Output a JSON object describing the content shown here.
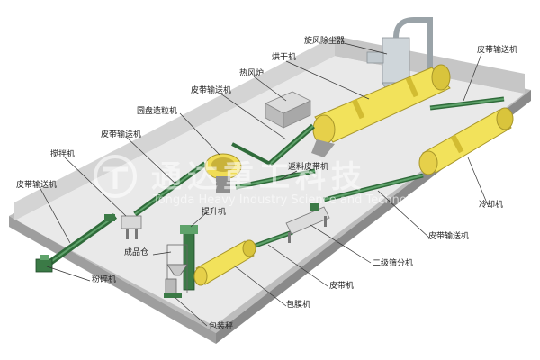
{
  "watermark": {
    "chinese": "通达重工科技",
    "english": "Tongda Heavy Industry Science and Technology"
  },
  "labels": {
    "cyclone": "旋风除尘器",
    "dryer": "烘干机",
    "belt_top_right": "皮带输送机",
    "hot_air_furnace": "热风炉",
    "belt_top_center": "皮带输送机",
    "disc_granulator": "圆盘造粒机",
    "belt_left_upper": "皮带输送机",
    "mixer": "搅拌机",
    "belt_left": "皮带输送机",
    "return_belt": "返料皮带机",
    "cooler": "冷却机",
    "bucket_elevator": "提升机",
    "belt_middle_right": "皮带输送机",
    "finished_bin": "成品仓",
    "secondary_screen": "二级筛分机",
    "crusher": "粉碎机",
    "belt_bottom": "皮带机",
    "coating_machine": "包膜机",
    "packing_scale": "包装秤"
  }
}
